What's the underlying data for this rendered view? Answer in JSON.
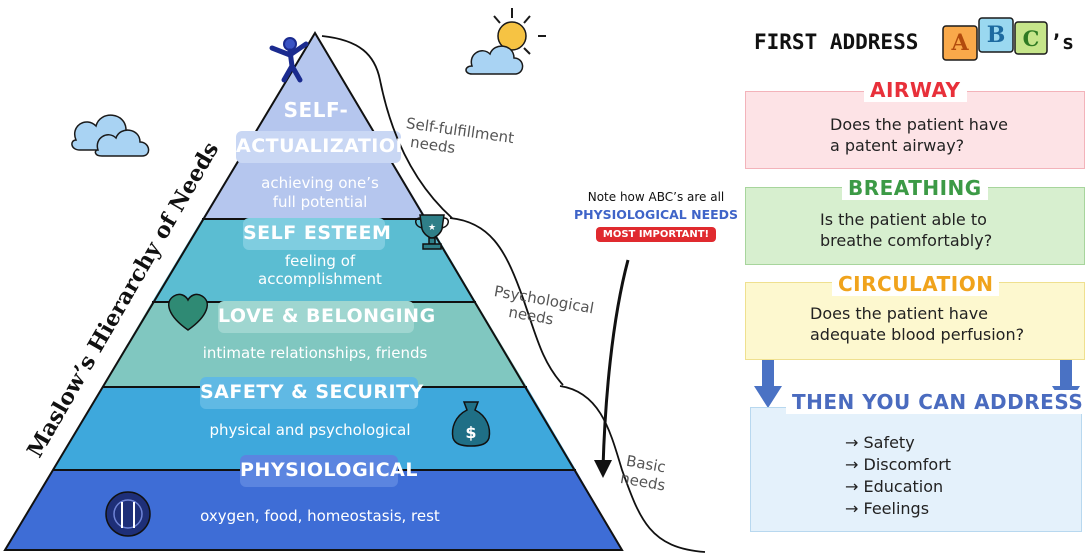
{
  "pyramid": {
    "title": "Maslow’s Hierarchy of Needs",
    "tiers": [
      {
        "title_line1": "SELF-",
        "title_line2": "ACTUALIZATION",
        "subtitle_line1": "achieving one’s",
        "subtitle_line2": "full potential",
        "color": "#b5c6ee"
      },
      {
        "title": "SELF ESTEEM",
        "subtitle_line1": "feeling of",
        "subtitle_line2": "accomplishment",
        "color": "#5bbdd2"
      },
      {
        "title": "LOVE & BELONGING",
        "subtitle": "intimate relationships, friends",
        "color": "#80c7c0"
      },
      {
        "title": "SAFETY & SECURITY",
        "subtitle": "physical and psychological",
        "color": "#3ea8dc"
      },
      {
        "title": "PHYSIOLOGICAL",
        "subtitle": "oxygen, food, homeostasis, rest",
        "color": "#3e6dd6"
      }
    ],
    "needs_labels": {
      "self_fulfillment_line1": "Self-fulfillment",
      "self_fulfillment_line2": "needs",
      "psychological_line1": "Psychological",
      "psychological_line2": "needs",
      "basic_line1": "Basic",
      "basic_line2": "needs"
    },
    "note": {
      "line1": "Note how ABC’s are all",
      "highlight": "PHYSIOLOGICAL NEEDS",
      "badge": "MOST IMPORTANT!"
    },
    "icons": [
      "person-icon",
      "sun-icon",
      "cloud-icon",
      "trophy-icon",
      "heart-icon",
      "money-bag-icon",
      "plate-icon"
    ]
  },
  "abc": {
    "heading": "FIRST ADDRESS",
    "blocks": [
      "A",
      "B",
      "C"
    ],
    "heading_suffix": "’s",
    "sections": [
      {
        "title": "AIRWAY",
        "line1": "Does the patient have",
        "line2": "a patent airway?",
        "title_color": "#e8303a",
        "bg": "#fde3e6",
        "border": "#f3b3ba"
      },
      {
        "title": "BREATHING",
        "line1": "Is the patient able to",
        "line2": "breathe comfortably?",
        "title_color": "#3c9a46",
        "bg": "#d7efcf",
        "border": "#a7d59c"
      },
      {
        "title": "CIRCULATION",
        "line1": "Does the patient have",
        "line2": "adequate blood perfusion?",
        "title_color": "#f0a31c",
        "bg": "#fdf8cf",
        "border": "#efe08f"
      }
    ],
    "then": {
      "title": "THEN YOU CAN ADDRESS",
      "title_color": "#4a6bbf",
      "bg": "#e4f1fb",
      "items": [
        "→ Safety",
        "→ Discomfort",
        "→ Education",
        "→ Feelings"
      ]
    }
  }
}
